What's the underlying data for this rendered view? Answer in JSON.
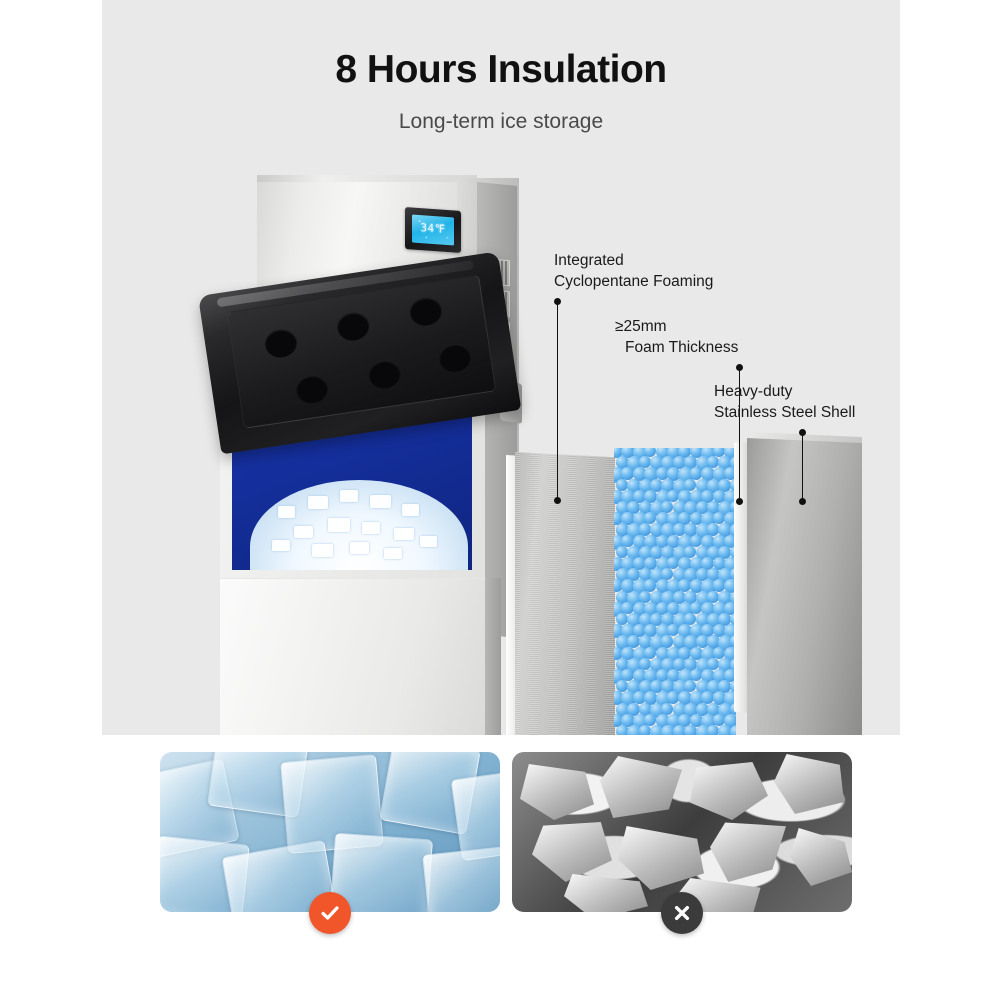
{
  "hero": {
    "title": "8 Hours Insulation",
    "subtitle": "Long-term ice storage",
    "background_color": "#e9e9e9"
  },
  "annotations": [
    {
      "id": "integrated-cyclopentane-foaming",
      "line1": "Integrated",
      "line2": "Cyclopentane Foaming"
    },
    {
      "id": "foam-thickness",
      "line1": "≥25mm",
      "line2": "Foam Thickness"
    },
    {
      "id": "stainless-steel-shell",
      "line1": "Heavy-duty",
      "line2": "Stainless Steel Shell"
    }
  ],
  "machine": {
    "display_value": "34℉",
    "lid_hole_count": 6,
    "vent_count": 4
  },
  "layers": [
    {
      "name": "inner-liner",
      "material": "stainless steel liner"
    },
    {
      "name": "foam-core",
      "material": "cyclopentane foam"
    },
    {
      "name": "outer-shell",
      "material": "stainless steel shell"
    }
  ],
  "comparison": {
    "good": {
      "label": "check",
      "badge_color": "#f1562a",
      "caption": "clear solid ice cubes"
    },
    "bad": {
      "label": "cross",
      "badge_color": "#3b3b3b",
      "caption": "melted broken ice"
    }
  }
}
